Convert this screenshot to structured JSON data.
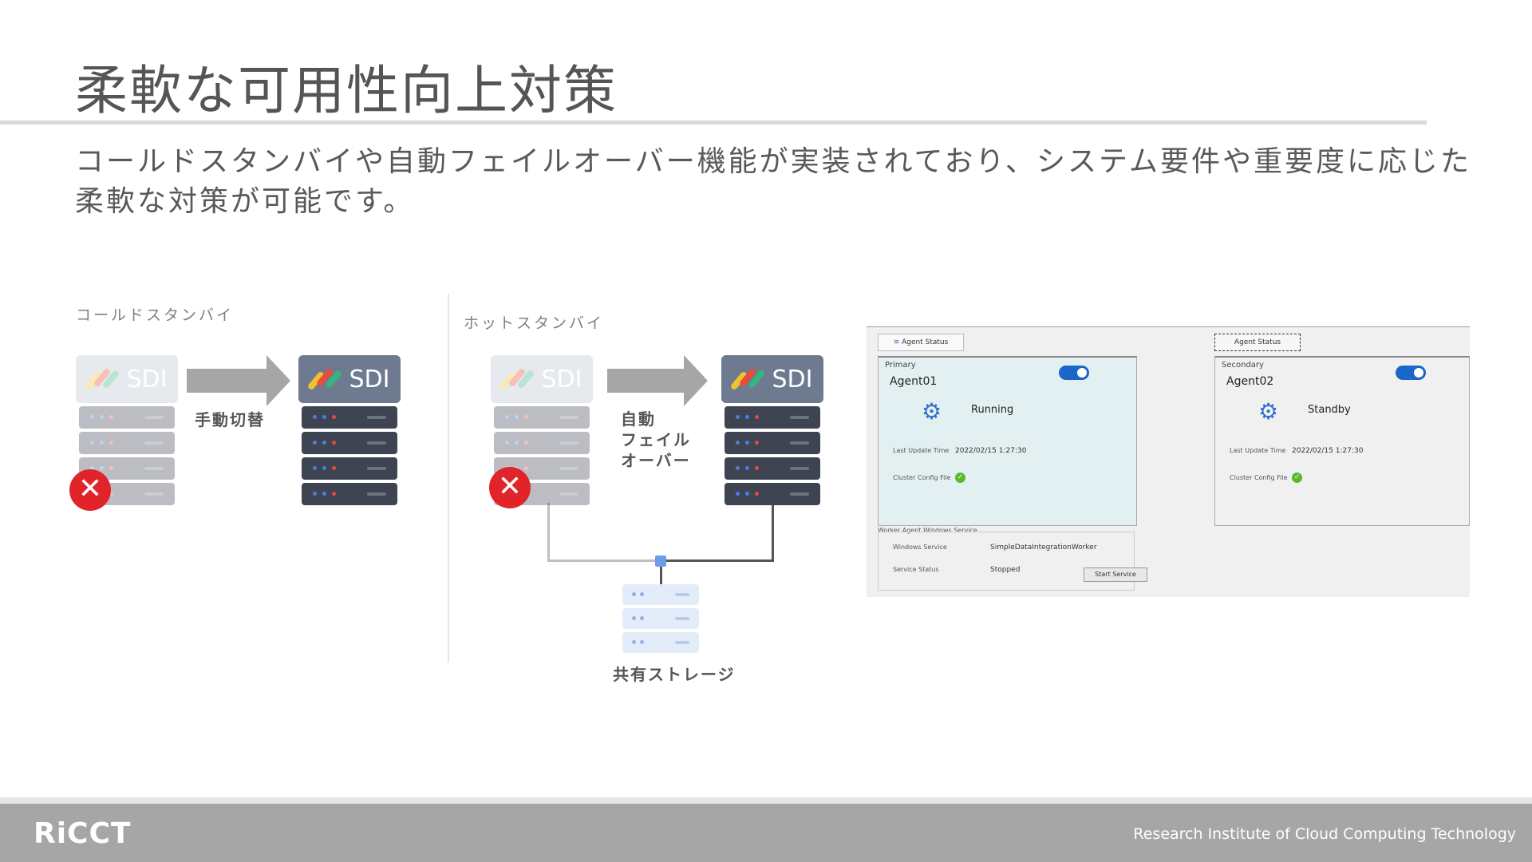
{
  "title": "柔軟な可用性向上対策",
  "subtitle": "コールドスタンバイや自動フェイルオーバー機能が実装されており、システム要件や重要度に応じた柔軟な対策が可能です。",
  "cold": {
    "label": "コールドスタンバイ",
    "arrow_label": "手動切替",
    "server_text": "SDI"
  },
  "hot": {
    "label": "ホットスタンバイ",
    "arrow_label_1": "自動",
    "arrow_label_2": "フェイル",
    "arrow_label_3": "オーバー",
    "server_text": "SDI",
    "storage_label": "共有ストレージ"
  },
  "failure_icon": "x-icon",
  "panel": {
    "tab_left": "Agent Status",
    "tab_right": "Agent Status",
    "primary": {
      "role": "Primary",
      "name": "Agent01",
      "status": "Running",
      "time_label": "Last Update Time",
      "time_value": "2022/02/15 1:27:30",
      "check_label": "Cluster Config File"
    },
    "secondary": {
      "role": "Secondary",
      "name": "Agent02",
      "status": "Standby",
      "time_label": "Last Update Time",
      "time_value": "2022/02/15 1:27:30",
      "check_label": "Cluster Config File"
    },
    "service": {
      "header": "Worker Agent Windows Service",
      "row1_label": "Windows Service",
      "row1_value": "SimpleDataIntegrationWorker",
      "row2_label": "Service Status",
      "row2_value": "Stopped",
      "button": "Start Service"
    }
  },
  "footer": {
    "logo": "RiCCT",
    "org": "Research Institute of Cloud Computing Technology"
  },
  "colors": {
    "title": "#555555",
    "footer": "#a6a6a6",
    "failure": "#e0242a",
    "toggle": "#1a66c9",
    "active_panel": "#e3f0f2"
  }
}
